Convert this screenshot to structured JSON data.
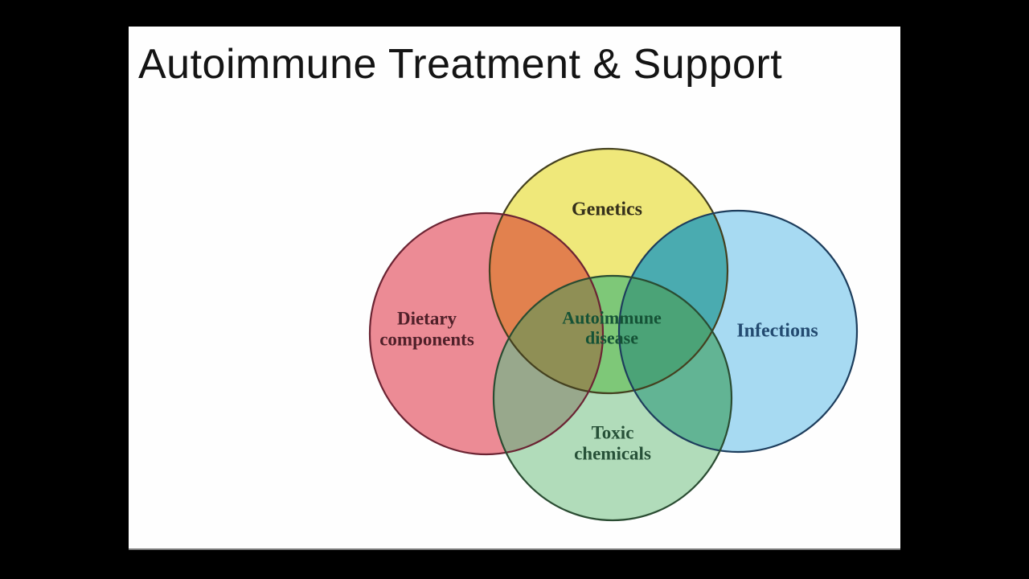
{
  "stage": {
    "background": "#000000"
  },
  "slide": {
    "background": "#fefefe",
    "title": "Autoimmune Treatment & Support",
    "title_color": "#141414"
  },
  "venn": {
    "sets": [
      {
        "id": "genetics",
        "label": "Genetics",
        "fill": "#efe87a",
        "stroke": "#44401f",
        "label_color": "#35301b"
      },
      {
        "id": "dietary",
        "label": "Dietary\ncomponents",
        "fill": "#ec8b95",
        "stroke": "#6b2433",
        "label_color": "#4f2029"
      },
      {
        "id": "infections",
        "label": "Infections",
        "fill": "#a7daf2",
        "stroke": "#1d3d5c",
        "label_color": "#234a70"
      },
      {
        "id": "toxic",
        "label": "Toxic\nchemicals",
        "fill": "#b1dcba",
        "stroke": "#2a4c32",
        "label_color": "#275138"
      }
    ],
    "center": {
      "label": "Autoimmune\ndisease",
      "label_color": "#155236"
    },
    "overlaps": {
      "genetics_dietary": "#e2814e",
      "genetics_infections": "#4aabb0",
      "genetics_toxic": "#7ec878",
      "dietary_toxic": "#98a88c",
      "infections_toxic": "#62b494",
      "genetics_dietary_toxic": "#8f8f55",
      "genetics_infections_toxic": "#4ba377"
    }
  }
}
